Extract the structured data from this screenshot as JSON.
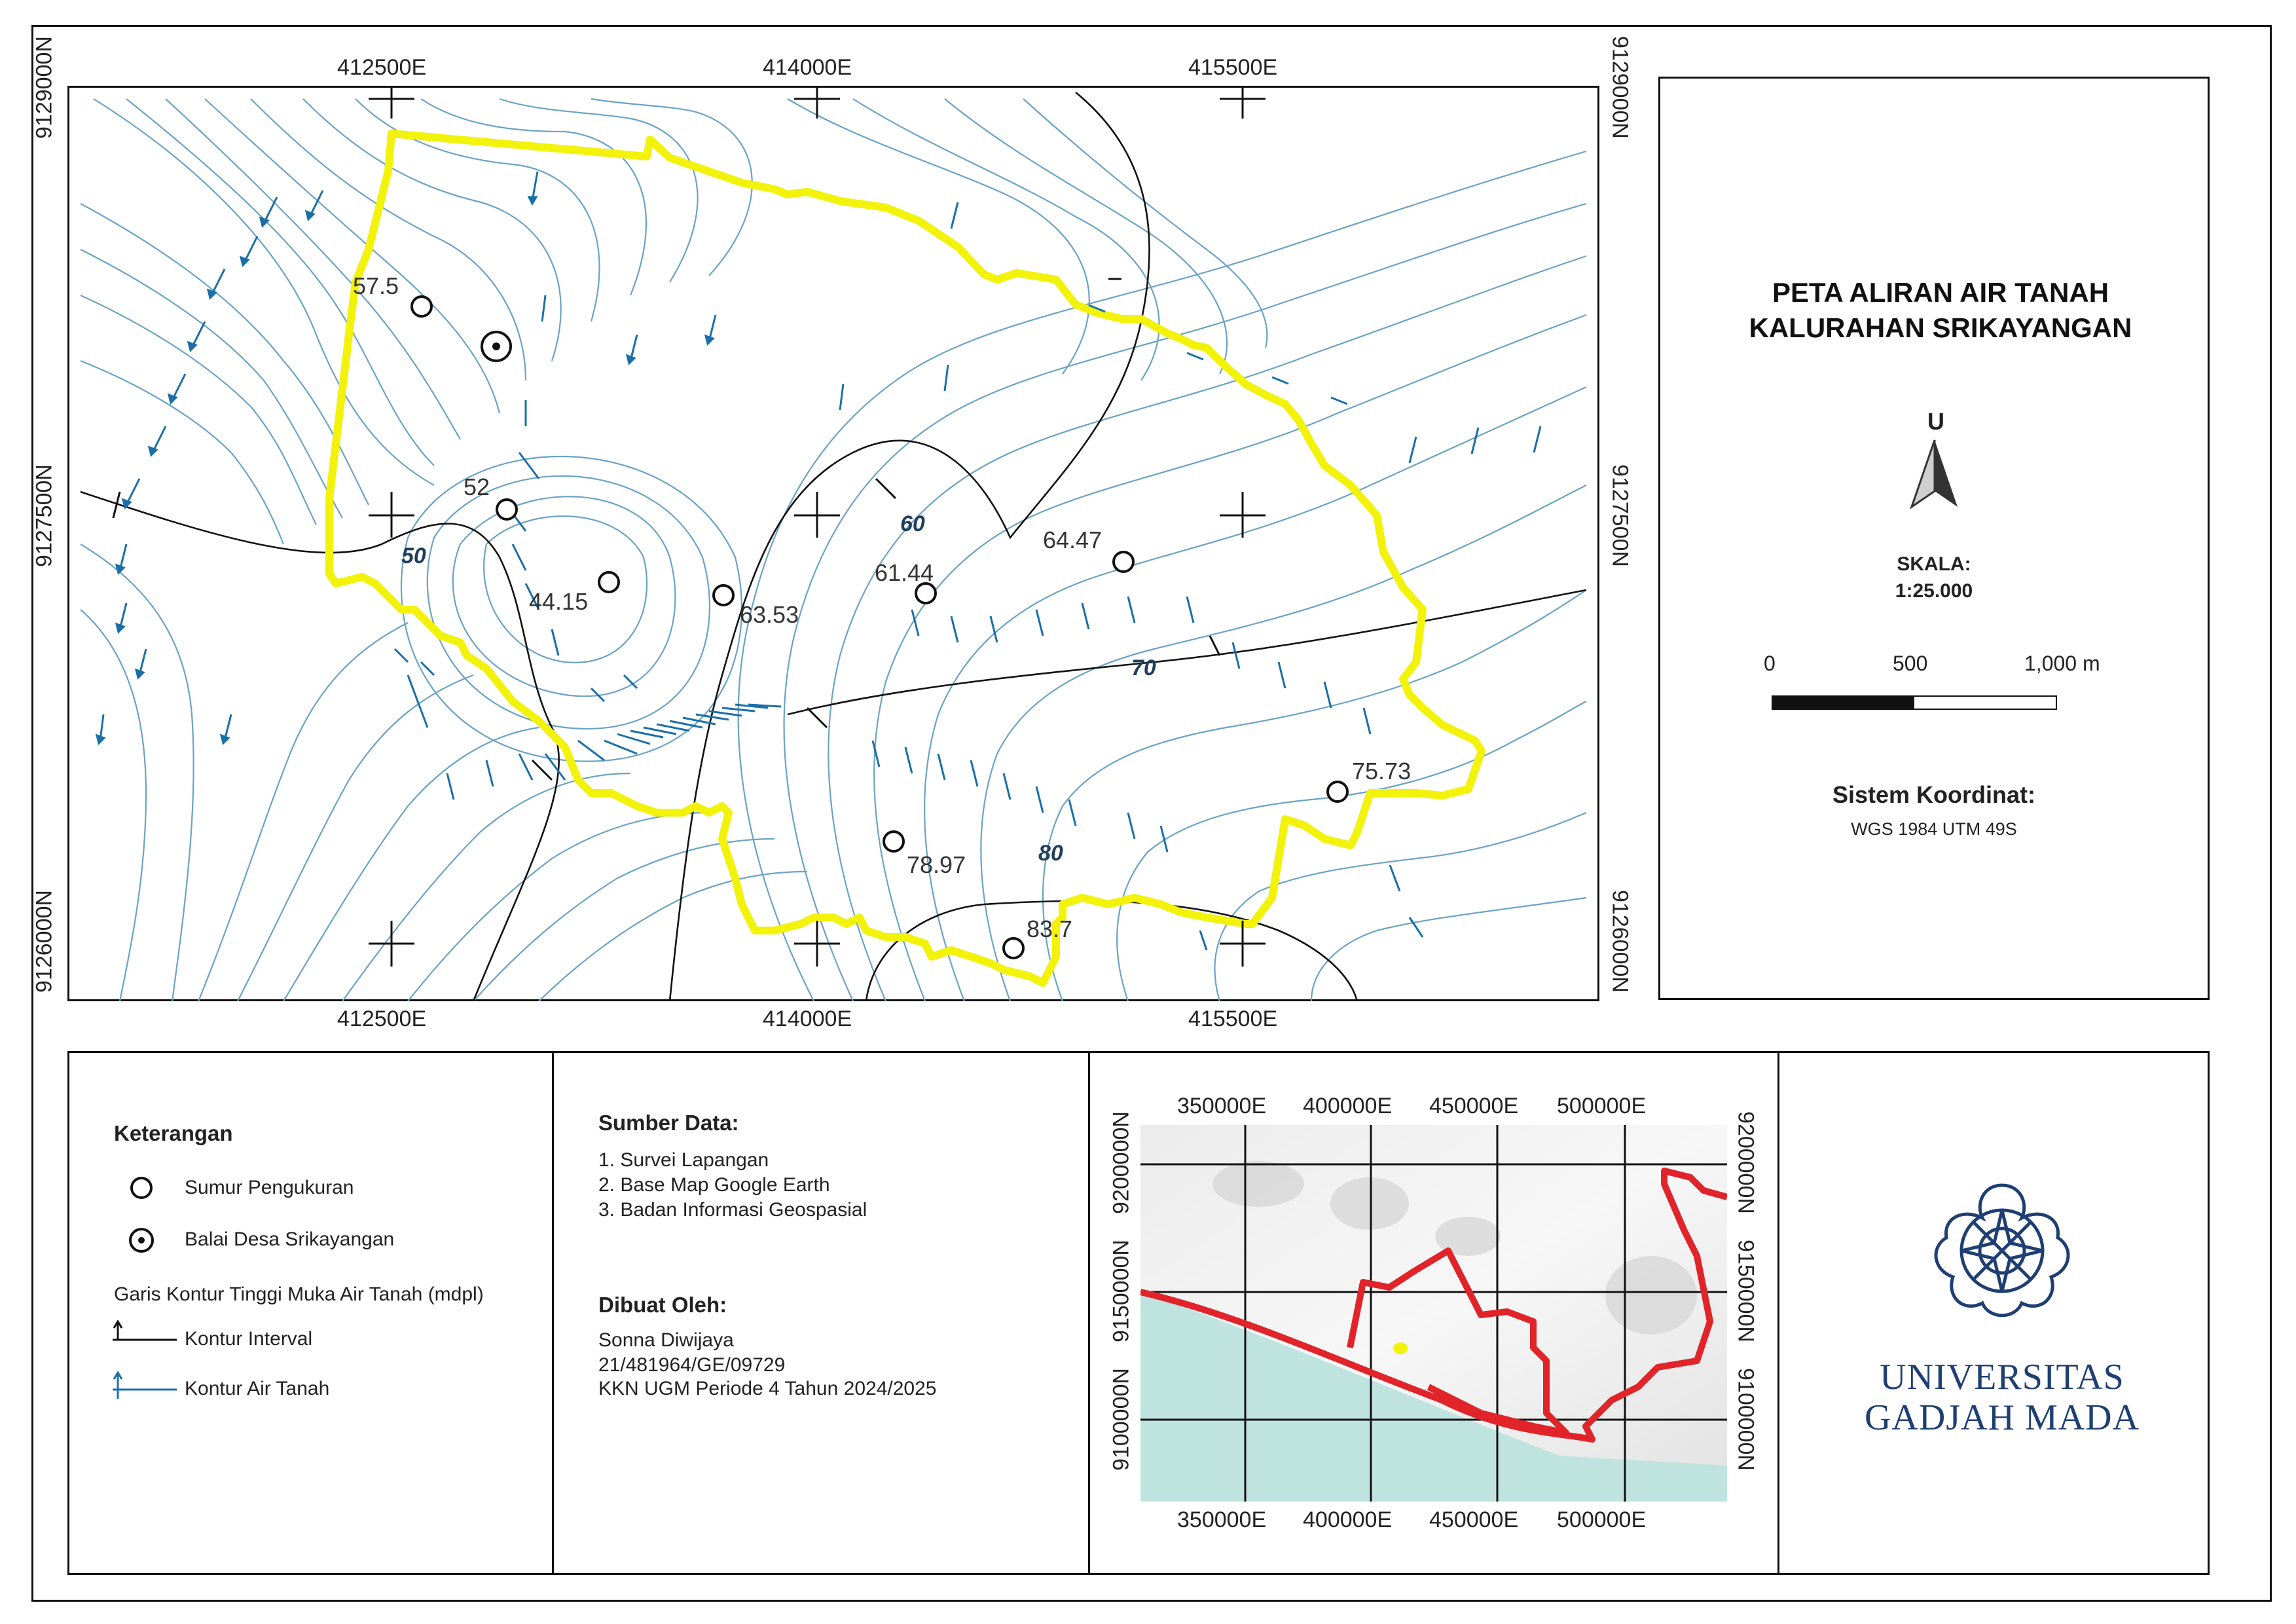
{
  "map": {
    "x_ticks_top": [
      "412500E",
      "414000E",
      "415500E"
    ],
    "x_ticks_bottom": [
      "412500E",
      "414000E",
      "415500E"
    ],
    "y_ticks_left": [
      "9129000N",
      "9127500N",
      "9126000N"
    ],
    "y_ticks_right": [
      "9129000N",
      "9127500N",
      "9126000N"
    ],
    "contour_labels": [
      "50",
      "60",
      "70",
      "80"
    ],
    "well_values": [
      "57.5",
      "52",
      "44.15",
      "63.53",
      "61.44",
      "64.47",
      "75.73",
      "78.97",
      "83.7"
    ],
    "colors": {
      "boundary": "#f2f20a",
      "contour_minor": "#5b9bbd",
      "contour_major": "#111111",
      "arrow": "#1a6fa8"
    }
  },
  "side_panel": {
    "title_line1": "PETA ALIRAN AIR TANAH",
    "title_line2": "KALURAHAN SRIKAYANGAN",
    "north_label": "U",
    "scale_title": "SKALA:",
    "scale_value": "1:25.000",
    "scalebar_labels": [
      "0",
      "500",
      "1,000 m"
    ],
    "coord_system_title": "Sistem Koordinat:",
    "coord_system_value": "WGS 1984 UTM 49S"
  },
  "legend": {
    "title": "Keterangan",
    "well": "Sumur Pengukuran",
    "village_hall": "Balai Desa Srikayangan",
    "contour_heading": "Garis Kontur Tinggi Muka Air Tanah (mdpl)",
    "contour_interval": "Kontur Interval",
    "contour_gw": "Kontur Air Tanah"
  },
  "sources": {
    "title": "Sumber Data:",
    "items": [
      "1. Survei Lapangan",
      "2. Base Map Google Earth",
      "3. Badan Informasi Geospasial"
    ],
    "author_title": "Dibuat Oleh:",
    "author_lines": [
      "Sonna Diwijaya",
      "21/481964/GE/09729",
      "KKN UGM Periode 4 Tahun 2024/2025"
    ]
  },
  "inset": {
    "x_ticks_top": [
      "350000E",
      "400000E",
      "450000E",
      "500000E"
    ],
    "x_ticks_bottom": [
      "350000E",
      "400000E",
      "450000E",
      "500000E"
    ],
    "y_ticks_left": [
      "9200000N",
      "9150000N",
      "9100000N"
    ],
    "y_ticks_right": [
      "9200000N",
      "9150000N",
      "9100000N"
    ]
  },
  "university": {
    "line1": "UNIVERSITAS",
    "line2": "GADJAH MADA"
  }
}
